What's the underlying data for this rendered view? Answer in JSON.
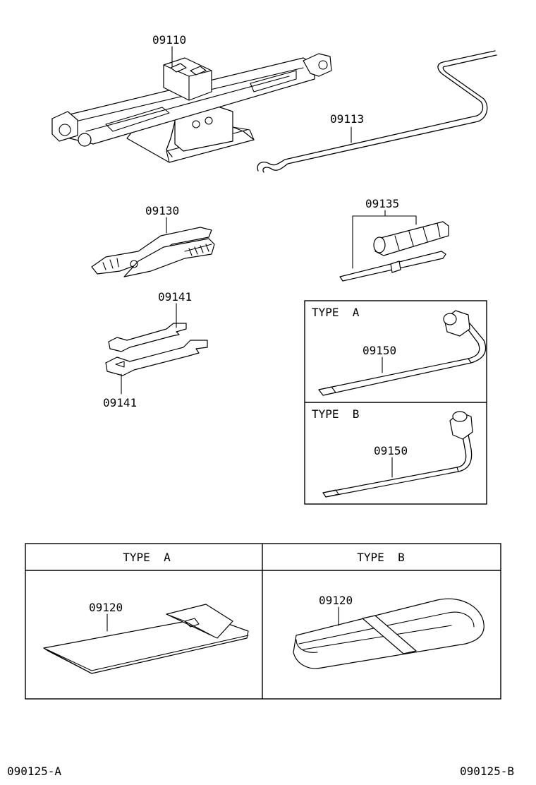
{
  "parts": {
    "jack": "09110",
    "jack_handle": "09113",
    "pliers": "09130",
    "screwdriver": "09135",
    "wrench_upper": "09141",
    "wrench_lower": "09141",
    "lug_wrench_a": "09150",
    "lug_wrench_b": "09150",
    "tool_bag_a": "09120",
    "tool_bag_b": "09120"
  },
  "lug_box": {
    "type_a_label": "TYPE  A",
    "type_b_label": "TYPE  B"
  },
  "bag_table": {
    "header_a": "TYPE  A",
    "header_b": "TYPE  B"
  },
  "footer": {
    "left_code": "090125-A",
    "right_code": "090125-B"
  }
}
